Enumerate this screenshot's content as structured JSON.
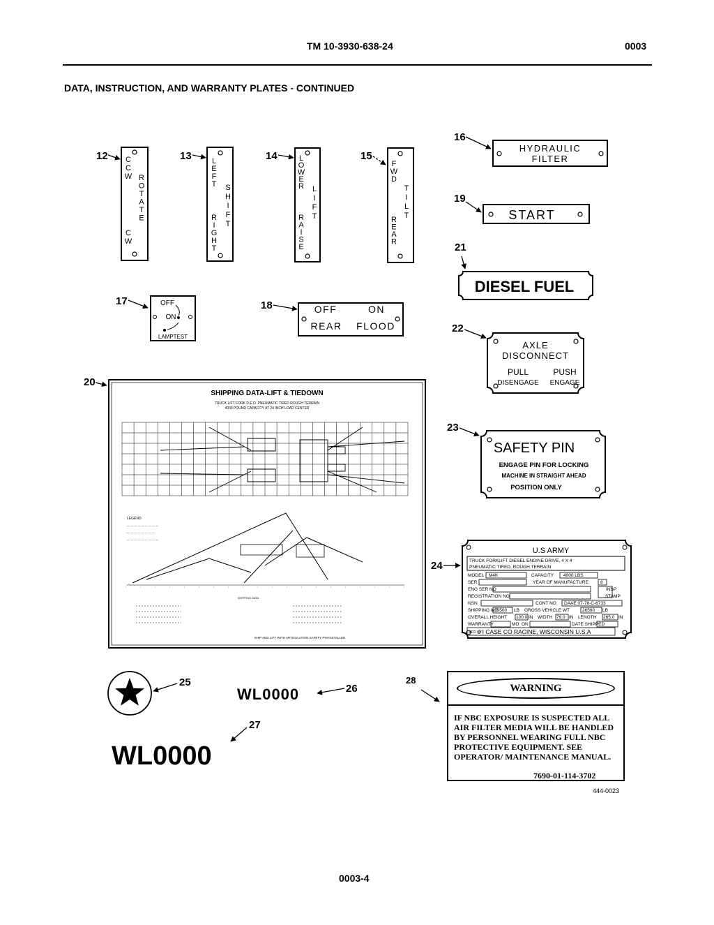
{
  "header": {
    "tm_number": "TM 10-3930-638-24",
    "wp_number": "0003"
  },
  "section_title": "DATA, INSTRUCTION, AND WARRANTY PLATES - CONTINUED",
  "plates": {
    "p12": {
      "num": "12",
      "left": [
        "C",
        "C",
        "W"
      ],
      "mid": [
        "R",
        "O",
        "T",
        "A",
        "T",
        "E"
      ],
      "low": [
        "C",
        "W"
      ]
    },
    "p13": {
      "num": "13",
      "left": [
        "L",
        "E",
        "F",
        "T"
      ],
      "low": [
        "R",
        "I",
        "G",
        "H",
        "T"
      ],
      "right": [
        "S",
        "H",
        "I",
        "F",
        "T"
      ]
    },
    "p14": {
      "num": "14",
      "left": [
        "L",
        "O",
        "W",
        "E",
        "R"
      ],
      "low": [
        "R",
        "A",
        "I",
        "S",
        "E"
      ],
      "right": [
        "L",
        "I",
        "F",
        "T"
      ]
    },
    "p15": {
      "num": "15",
      "left": [
        "F",
        "W",
        "D"
      ],
      "low": [
        "R",
        "E",
        "A",
        "R"
      ],
      "right": [
        "T",
        "I",
        "L",
        "T"
      ]
    },
    "p16": {
      "num": "16",
      "line1": "HYDRAULIC",
      "line2": "FILTER"
    },
    "p17": {
      "num": "17",
      "off": "OFF",
      "on": "ON",
      "lamptest": "LAMPTEST"
    },
    "p18": {
      "num": "18",
      "off": "OFF",
      "on": "ON",
      "rear": "REAR",
      "flood": "FLOOD"
    },
    "p19": {
      "num": "19",
      "text": "START"
    },
    "p20": {
      "num": "20",
      "title": "SHIPPING DATA-LIFT & TIEDOWN",
      "subtitle1": "TRUCK LIFT FORK D.E.D. PNEUMATIC TIRED ROUGH TERRAIN",
      "subtitle2": "4000 POUND CAPACITY AT 24 INCH LOAD CENTER",
      "legend": "LEGEND",
      "shipping_data": "SHIPPING DATA",
      "footer": "SHIP AND LIFT WITH ARTICULATION SAFETY PIN INSTALLED"
    },
    "p21": {
      "num": "21",
      "text": "DIESEL FUEL"
    },
    "p22": {
      "num": "22",
      "line1": "AXLE",
      "line2": "DISCONNECT",
      "pull": "PULL",
      "push": "PUSH",
      "disengage": "DISENGAGE",
      "engage": "ENGAGE"
    },
    "p23": {
      "num": "23",
      "line1": "SAFETY PIN",
      "line2": "ENGAGE PIN FOR LOCKING",
      "line3": "MACHINE IN STRAIGHT AHEAD",
      "line4": "POSITION ONLY"
    },
    "p24": {
      "num": "24",
      "title": "U.S ARMY",
      "desc1": "TRUCK FORKLIFT DIESEL ENGINE DRIVE, 4 X 4",
      "desc2": "PNEUMATIC TIRED, ROUGH TERRAIN",
      "model_label": "MODEL",
      "model_value": "M4K",
      "capacity_label": "CAPACITY",
      "capacity_value": "4000 LBS",
      "ser_label": "SER",
      "year_label": "YEAR OF MANUFACTURE",
      "year_value": "8",
      "eng_label": "ENG SER NO",
      "nsn_label": "NSN",
      "reg_label": "REGISTRATION NO",
      "insp_label": "INSP",
      "stamp_label": "STAMP",
      "cont_label": "CONT NO",
      "cont_value": "DAAE 07-78-C-6733",
      "ship_wt_label": "SHIPPING WT",
      "ship_wt_value": "19500",
      "lb": "LB",
      "gvw_label": "GROSS VEHICLE WT",
      "gvw_value": "26560",
      "oh_label": "OVERALL HEIGHT",
      "oh_value": "100.0",
      "in": "IN",
      "width_label": "WIDTH",
      "width_value": "79.0",
      "length_label": "LENGTH",
      "length_value": "265.0",
      "warranty_label": "WARRANTY",
      "mo_label": "MO",
      "on_label": "ON",
      "date_label": "DATE SHIPPED",
      "mfd_label": "MFD BY",
      "mfd_value": "J I CASE CO RACINE, WISCONSIN U.S.A"
    },
    "p25": {
      "num": "25"
    },
    "p26": {
      "num": "26",
      "text": "WL0000"
    },
    "p27": {
      "num": "27",
      "text": "WL0000"
    },
    "p28": {
      "num": "28",
      "heading": "WARNING",
      "body": "IF NBC EXPOSURE IS SUSPECTED ALL AIR FILTER MEDIA WILL BE HANDLED BY PERSONNEL WEARING FULL NBC PROTECTIVE EQUIPMENT. SEE OPERATOR/ MAINTENANCE MANUAL.",
      "nsn": "7690-01-114-3702"
    }
  },
  "figure_id": "444-0023",
  "page_number": "0003-4"
}
